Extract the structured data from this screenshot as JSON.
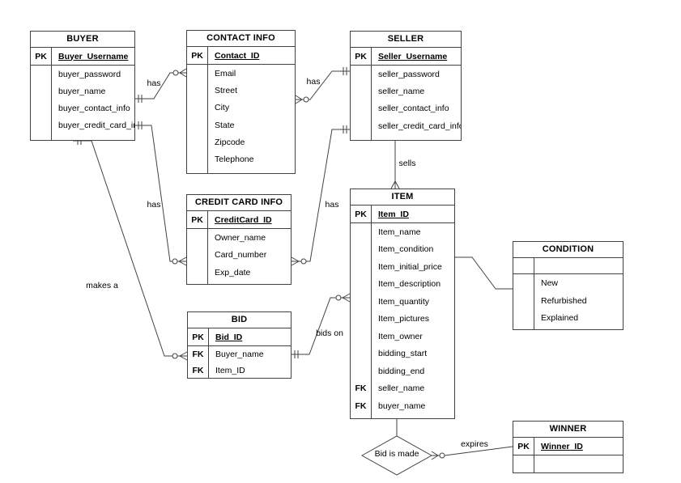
{
  "colors": {
    "line": "#424242",
    "text": "#000000",
    "background": "#ffffff"
  },
  "entities": {
    "buyer": {
      "title": "BUYER",
      "pk_label": "PK",
      "pk": "Buyer_Username",
      "attrs": [
        "buyer_password",
        "buyer_name",
        "buyer_contact_info",
        "buyer_credit_card_info"
      ]
    },
    "contact": {
      "title": "CONTACT INFO",
      "pk_label": "PK",
      "pk": "Contact_ID",
      "attrs": [
        "Email",
        "Street",
        "City",
        "State",
        "Zipcode",
        "Telephone"
      ]
    },
    "seller": {
      "title": "SELLER",
      "pk_label": "PK",
      "pk": "Seller_Username",
      "attrs": [
        "seller_password",
        "seller_name",
        "seller_contact_info",
        "seller_credit_card_info"
      ]
    },
    "credit": {
      "title": "CREDIT CARD INFO",
      "pk_label": "PK",
      "pk": "CreditCard_ID",
      "attrs": [
        "Owner_name",
        "Card_number",
        "Exp_date"
      ]
    },
    "item": {
      "title": "ITEM",
      "pk_label": "PK",
      "pk": "Item_ID",
      "attrs": [
        "Item_name",
        "Item_condition",
        "Item_initial_price",
        "Item_description",
        "Item_quantity",
        "Item_pictures",
        "Item_owner",
        "bidding_start",
        "bidding_end"
      ],
      "fk_label": "FK",
      "fks": [
        "seller_name",
        "buyer_name"
      ]
    },
    "bid": {
      "title": "BID",
      "pk_label": "PK",
      "pk": "Bid_ID",
      "fk_label": "FK",
      "fks": [
        "Buyer_name",
        "Item_ID"
      ]
    },
    "condition": {
      "title": "CONDITION",
      "values": [
        "New",
        "Refurbished",
        "Explained"
      ]
    },
    "winner": {
      "title": "WINNER",
      "pk_label": "PK",
      "pk": "Winner_ID"
    }
  },
  "relationships": {
    "buyer_contact": "has",
    "contact_seller": "has",
    "seller_credit": "has",
    "buyer_credit": "has",
    "buyer_bid": "makes a",
    "bid_item": "bids on",
    "seller_item": "sells",
    "diamond_winner": "expires",
    "diamond": "Bid is made"
  }
}
